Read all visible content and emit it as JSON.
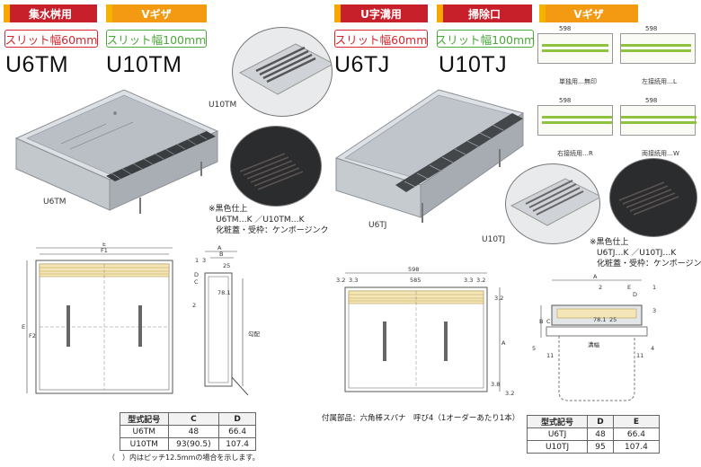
{
  "left": {
    "tags": [
      "集水桝用",
      "Vギザ"
    ],
    "pills": [
      "スリット幅60mm",
      "スリット幅100mm"
    ],
    "models": [
      "U6TM",
      "U10TM"
    ],
    "photo_labels": [
      "U10TM",
      "U6TM"
    ],
    "note": [
      "※黒色仕上",
      "U6TM…K ／U10TM…K",
      "化粧蓋・受枠：ケンボージンク"
    ],
    "dims": {
      "E": "E",
      "F1": "F1",
      "A": "A",
      "B": "B",
      "C": "C",
      "D": "D",
      "E2": "E",
      "F2": "F2",
      "v25": "25",
      "v781": "78.1",
      "slope": "勾配",
      "n1": "1",
      "n3": "3",
      "n2": "2"
    },
    "table": {
      "headers": [
        "型式記号",
        "C",
        "D"
      ],
      "rows": [
        [
          "U6TM",
          "48",
          "66.4"
        ],
        [
          "U10TM",
          "93(90.5)",
          "107.4"
        ]
      ],
      "footnote": "（　）内はピッチ12.5mmの場合を示します。"
    }
  },
  "right": {
    "tags": [
      "U字溝用",
      "掃除口",
      "Vギザ"
    ],
    "pills": [
      "スリット幅60mm",
      "スリット幅100mm"
    ],
    "models": [
      "U6TJ",
      "U10TJ"
    ],
    "photo_labels": [
      "U6TJ",
      "U10TJ"
    ],
    "variants": [
      {
        "width": "598",
        "label": "単独用…無印",
        "suffix": "無印"
      },
      {
        "width": "598",
        "label": "左接続用…L",
        "suffix": "L"
      },
      {
        "width": "598",
        "label": "右接続用…R",
        "suffix": "R"
      },
      {
        "width": "598",
        "label": "両接続用…W",
        "suffix": "W"
      }
    ],
    "note": [
      "※黒色仕上",
      "U6TJ…K ／U10TJ…K",
      "化粧蓋・受枠：ケンボージンク"
    ],
    "dims": {
      "w598": "598",
      "w585": "585",
      "v32": "3.2",
      "v33": "3.3",
      "v38": "3.8",
      "A": "A",
      "B": "B",
      "C": "C",
      "D": "D",
      "E": "E",
      "v781": "78.1",
      "v25": "25",
      "v11": "11",
      "groove": "溝幅",
      "n1": "1",
      "n2": "2",
      "n3": "3",
      "n4": "4",
      "n5": "5"
    },
    "accessory": "付属部品：六角棒スパナ　呼び4（1オーダーあたり1本）",
    "table": {
      "headers": [
        "型式記号",
        "D",
        "E"
      ],
      "rows": [
        [
          "U6TJ",
          "48",
          "66.4"
        ],
        [
          "U10TJ",
          "95",
          "107.4"
        ]
      ]
    }
  },
  "colors": {
    "red": "#c8202a",
    "orange": "#f39a12",
    "green": "#4aa83a",
    "steel": "#c9ced3"
  }
}
